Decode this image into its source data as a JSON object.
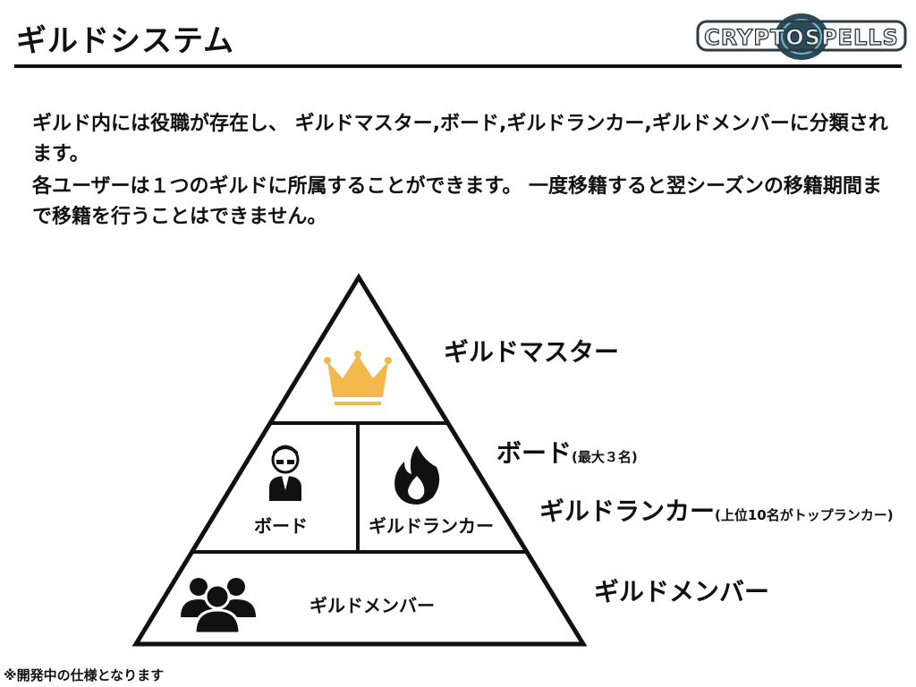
{
  "header": {
    "title": "ギルドシステム",
    "logo_text": "CRYPTOSPELLS"
  },
  "description": {
    "paragraph1": "ギルド内には役職が存在し、 ギルドマスター,ボード,ギルドランカー,ギルドメンバーに分類されます。",
    "paragraph2": "各ユーザーは１つのギルドに所属することができます。 一度移籍すると翌シーズンの移籍期間まで移籍を行うことはできません。"
  },
  "pyramid": {
    "inner": {
      "board": "ボード",
      "ranker": "ギルドランカー",
      "member": "ギルドメンバー"
    },
    "side_labels": {
      "master": "ギルドマスター",
      "board": "ボード",
      "board_note": "(最大３名)",
      "ranker": "ギルドランカー",
      "ranker_note": "(上位10名がトップランカー)",
      "member": "ギルドメンバー"
    },
    "colors": {
      "crown": "#f2b84b"
    }
  },
  "footer": {
    "note": "※開発中の仕様となります"
  }
}
